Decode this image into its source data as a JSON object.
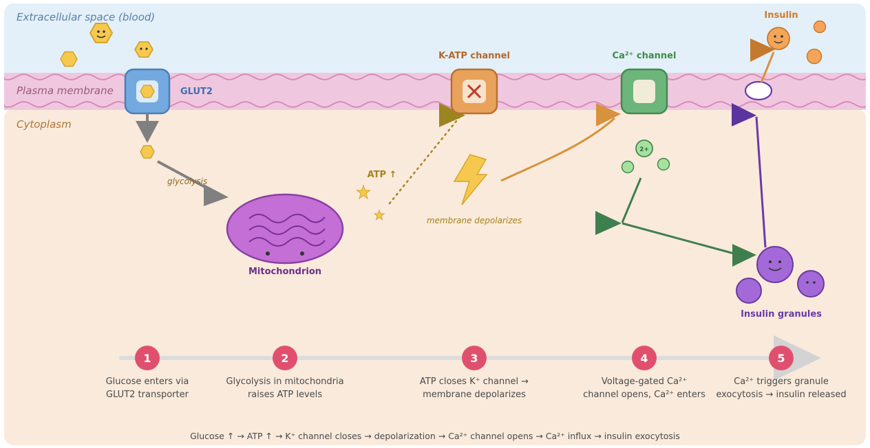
{
  "regions": {
    "extracellular": "Extracellular space (blood)",
    "membrane": "Plasma membrane",
    "cytoplasm": "Cytoplasm"
  },
  "labels": {
    "glut2": "GLUT2",
    "glycolysis": "glycolysis",
    "mitochondrion": "Mitochondrion",
    "atp": "ATP ↑",
    "katp": "K-ATP channel",
    "ca_channel": "Ca²⁺ channel",
    "depolarizes": "membrane depolarizes",
    "insulin": "Insulin",
    "granules": "Insulin granules",
    "ca_ion": "2+"
  },
  "steps": [
    {
      "number": "1",
      "line1": "Glucose enters via",
      "line2": "GLUT2 transporter"
    },
    {
      "number": "2",
      "line1": "Glycolysis in mitochondria",
      "line2": "raises ATP levels"
    },
    {
      "number": "3",
      "line1": "ATP closes K⁺ channel →",
      "line2": "membrane depolarizes"
    },
    {
      "number": "4",
      "line1": "Voltage-gated Ca²⁺",
      "line2": "channel opens, Ca²⁺ enters"
    },
    {
      "number": "5",
      "line1": "Ca²⁺ triggers granule",
      "line2": "exocytosis → insulin released"
    }
  ],
  "summary": "Glucose ↑ → ATP ↑ → K⁺ channel closes → depolarization → Ca²⁺ channel opens → Ca²⁺ influx → insulin exocytosis",
  "colors": {
    "extracellular_bg": "#e3f0f9",
    "membrane_bg": "#efc8df",
    "cytoplasm_bg": "#f9eadb",
    "glucose": "#f6c94e",
    "glut2": "#74a9e0",
    "mitochondrion": "#c36fd6",
    "katp": "#e9a25c",
    "ca_channel": "#6db57a",
    "insulin": "#f4a55a",
    "granule": "#a469d8",
    "step_circle": "#e0506e"
  }
}
